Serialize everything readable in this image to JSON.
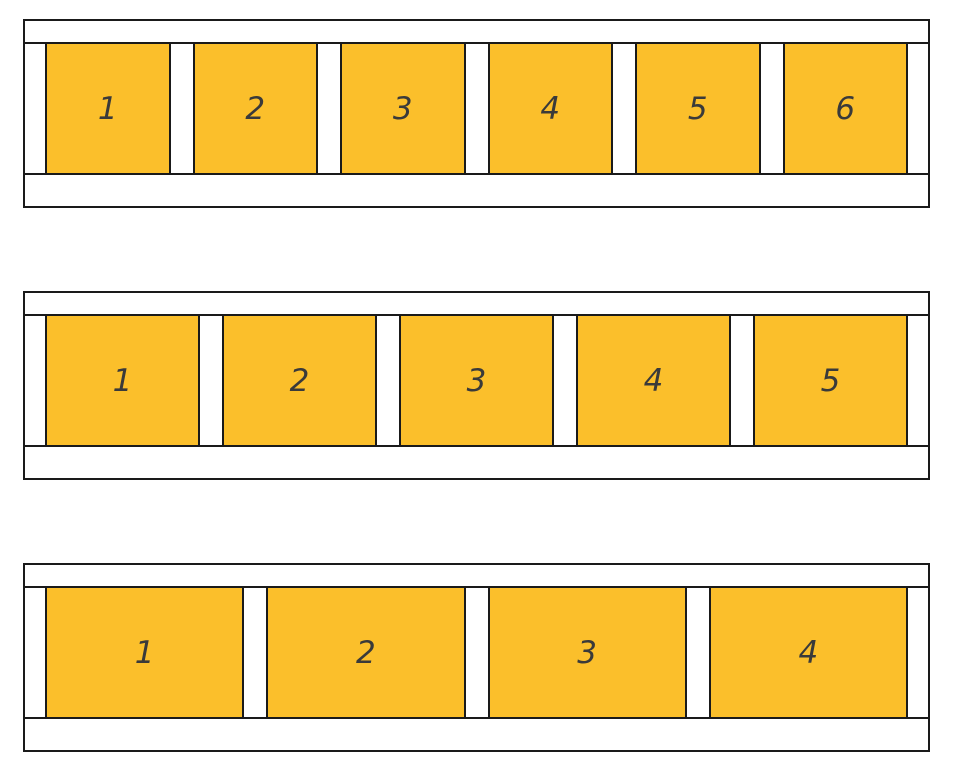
{
  "colors": {
    "panel_fill": "#fbbf2b",
    "frame_stroke": "#1a1a1a",
    "label_text": "#3a3a3a",
    "background": "#ffffff"
  },
  "diagrams": [
    {
      "panels": [
        "1",
        "2",
        "3",
        "4",
        "5",
        "6"
      ]
    },
    {
      "panels": [
        "1",
        "2",
        "3",
        "4",
        "5"
      ]
    },
    {
      "panels": [
        "1",
        "2",
        "3",
        "4"
      ]
    }
  ]
}
